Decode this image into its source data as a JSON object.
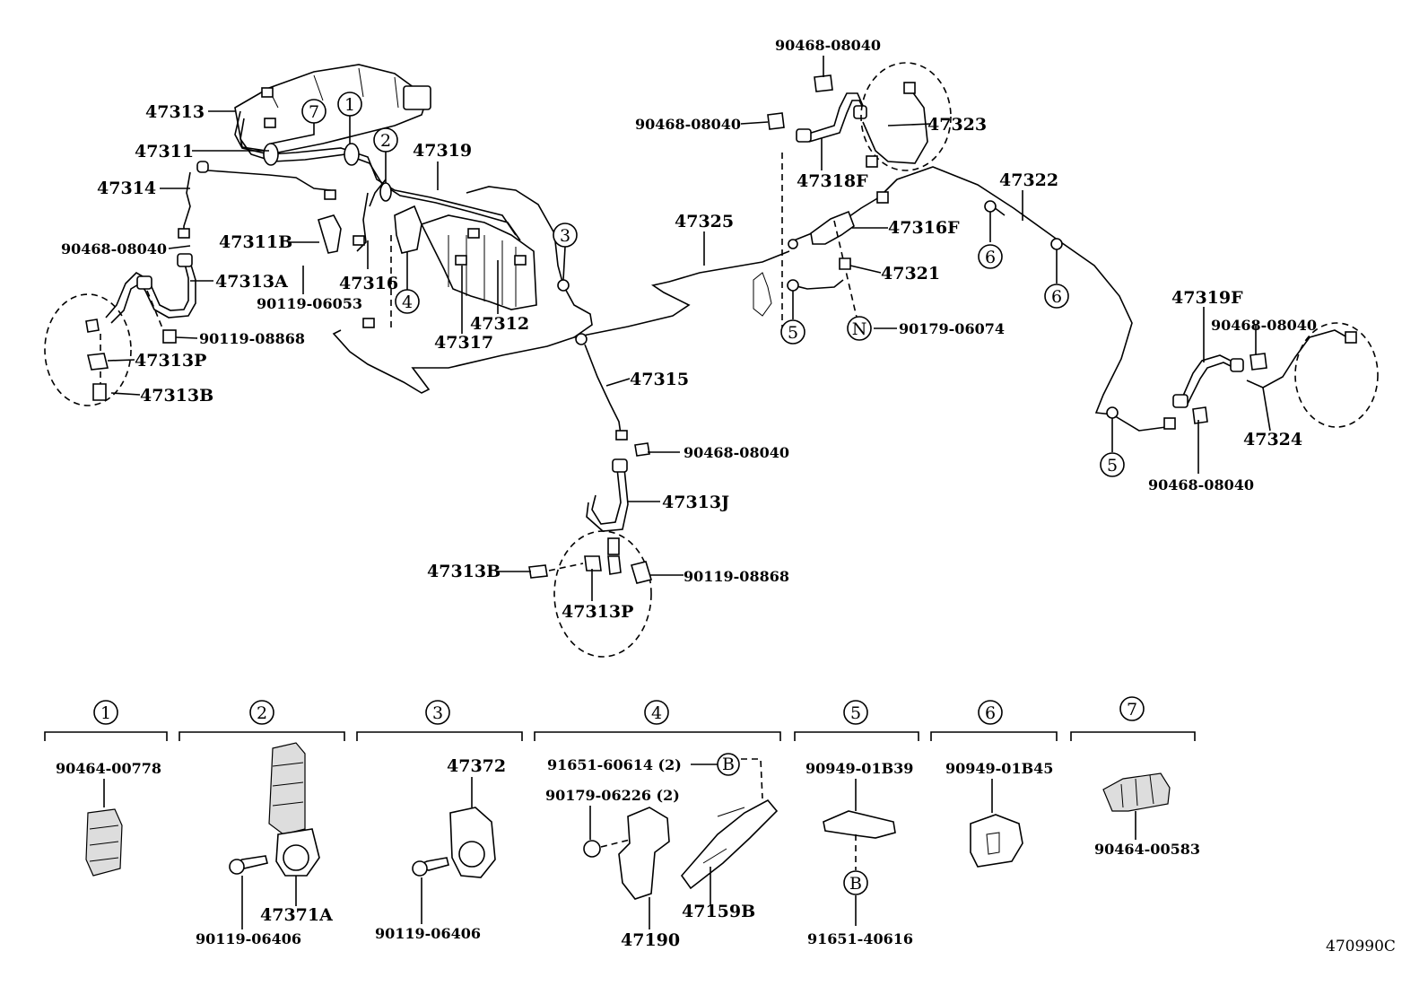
{
  "diagram": {
    "doc_id": "470990C",
    "callouts": {
      "p47313": "47313",
      "p47311": "47311",
      "p47314": "47314",
      "p90468_left": "90468-08040",
      "p47311B": "47311B",
      "p47313A": "47313A",
      "p90119_06053": "90119-06053",
      "p47316": "47316",
      "p90119_08868_left": "90119-08868",
      "p47313P_left": "47313P",
      "p47313B_left": "47313B",
      "p47319": "47319",
      "p47317": "47317",
      "p47312": "47312",
      "p47325": "47325",
      "p47315": "47315",
      "p90468_mid": "90468-08040",
      "p47313J": "47313J",
      "p47313B_mid": "47313B",
      "p90119_08868_mid": "90119-08868",
      "p47313P_mid": "47313P",
      "p90468_top1": "90468-08040",
      "p90468_top2": "90468-08040",
      "p47323": "47323",
      "p47318F": "47318F",
      "p47322": "47322",
      "p47316F": "47316F",
      "p47321": "47321",
      "p90179_06074": "90179-06074",
      "p47319F": "47319F",
      "p90468_right1": "90468-08040",
      "p47324": "47324",
      "p90468_right2": "90468-08040"
    },
    "circle_markers": {
      "c1": "1",
      "c2": "2",
      "c3": "3",
      "c4": "4",
      "c5a": "5",
      "c5b": "5",
      "c6a": "6",
      "c6b": "6",
      "c7": "7",
      "cN": "N"
    },
    "detail_groups": [
      {
        "marker": "1",
        "parts": [
          "90464-00778"
        ]
      },
      {
        "marker": "2",
        "parts": [
          "47371A",
          "90119-06406"
        ]
      },
      {
        "marker": "3",
        "parts": [
          "47372",
          "90119-06406"
        ]
      },
      {
        "marker": "4",
        "parts": [
          "91651-60614 (2)",
          "90179-06226 (2)",
          "47159B",
          "47190"
        ],
        "sub_marker": "B"
      },
      {
        "marker": "5",
        "parts": [
          "90949-01B39",
          "91651-40616"
        ],
        "sub_marker": "B"
      },
      {
        "marker": "6",
        "parts": [
          "90949-01B45"
        ]
      },
      {
        "marker": "7",
        "parts": [
          "90464-00583"
        ]
      }
    ]
  }
}
